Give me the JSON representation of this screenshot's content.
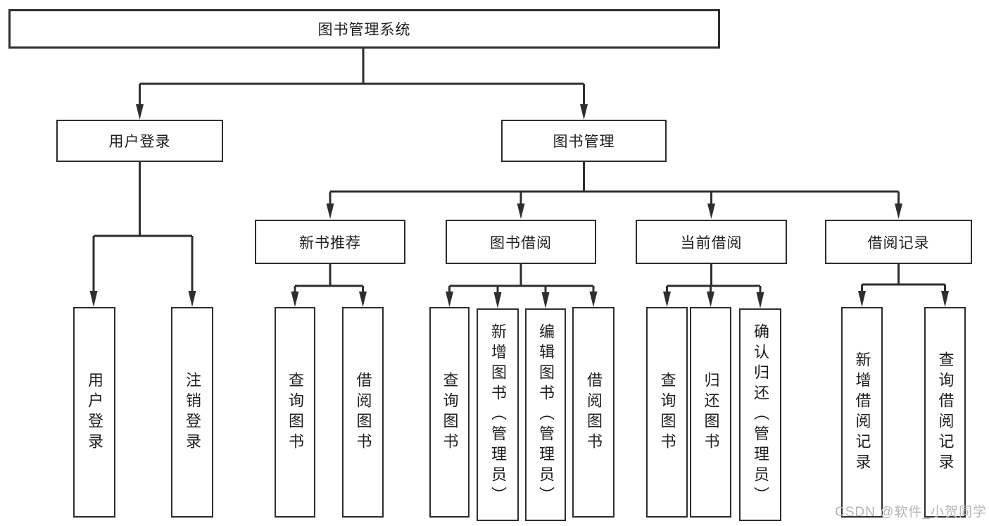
{
  "diagram": {
    "title": "图书管理系统",
    "type": "hierarchy-tree"
  },
  "tree": {
    "label": "图书管理系统",
    "children": [
      {
        "label": "用户登录",
        "children": [
          {
            "label": "用户登录"
          },
          {
            "label": "注销登录"
          }
        ]
      },
      {
        "label": "图书管理",
        "children": [
          {
            "label": "新书推荐",
            "children": [
              {
                "label": "查询图书"
              },
              {
                "label": "借阅图书"
              }
            ]
          },
          {
            "label": "图书借阅",
            "children": [
              {
                "label": "查询图书"
              },
              {
                "label": "新增图书（管理员）"
              },
              {
                "label": "编辑图书（管理员）"
              },
              {
                "label": "借阅图书"
              }
            ]
          },
          {
            "label": "当前借阅",
            "children": [
              {
                "label": "查询图书"
              },
              {
                "label": "归还图书"
              },
              {
                "label": "确认归还（管理员）"
              }
            ]
          },
          {
            "label": "借阅记录",
            "children": [
              {
                "label": "新增借阅记录"
              },
              {
                "label": "查询借阅记录"
              }
            ]
          }
        ]
      }
    ]
  },
  "watermark": {
    "text": "CSDN @软件_小贺同学"
  },
  "colors": {
    "line": "#2e2e2e",
    "box_border": "#2e2e2e",
    "text": "#1f1f1f",
    "watermark": "#b5b5b5",
    "background": "#ffffff"
  }
}
